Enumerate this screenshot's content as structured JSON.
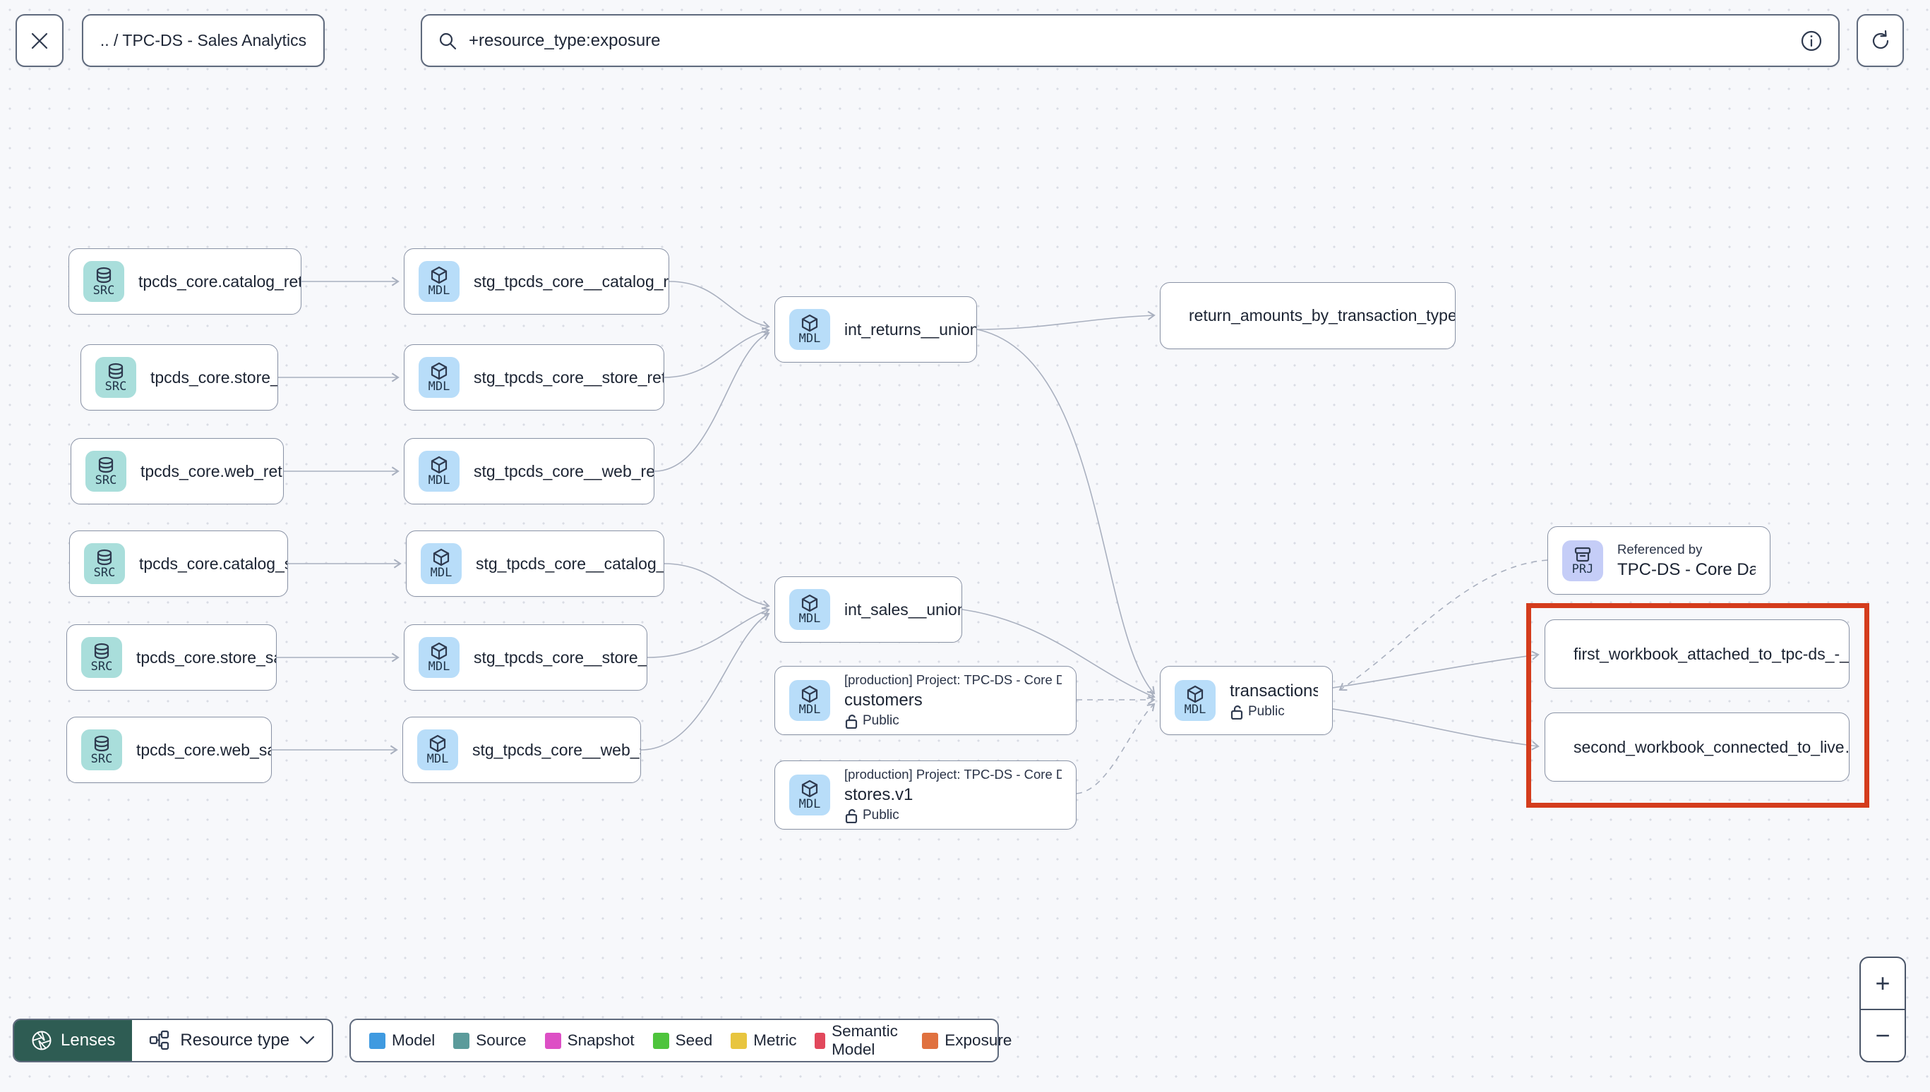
{
  "header": {
    "breadcrumb": ".. / TPC-DS - Sales Analytics",
    "search_value": "+resource_type:exposure"
  },
  "colors": {
    "highlight_border": "#d43c1c",
    "model_badge_bg": "#b8ddf9",
    "source_badge_bg": "#a9dedb",
    "project_badge_bg": "#c5cdf7",
    "lenses_bg": "#2e5c53"
  },
  "graph": {
    "nodes": [
      {
        "badge": "SRC",
        "label": "tpcds_core.catalog_returns"
      },
      {
        "badge": "SRC",
        "label": "tpcds_core.store_returns"
      },
      {
        "badge": "SRC",
        "label": "tpcds_core.web_returns"
      },
      {
        "badge": "SRC",
        "label": "tpcds_core.catalog_sales"
      },
      {
        "badge": "SRC",
        "label": "tpcds_core.store_sales"
      },
      {
        "badge": "SRC",
        "label": "tpcds_core.web_sales"
      },
      {
        "badge": "MDL",
        "label": "stg_tpcds_core__catalog_returns"
      },
      {
        "badge": "MDL",
        "label": "stg_tpcds_core__store_returns"
      },
      {
        "badge": "MDL",
        "label": "stg_tpcds_core__web_returns"
      },
      {
        "badge": "MDL",
        "label": "stg_tpcds_core__catalog_sales"
      },
      {
        "badge": "MDL",
        "label": "stg_tpcds_core__store_sales"
      },
      {
        "badge": "MDL",
        "label": "stg_tpcds_core__web_sales"
      },
      {
        "badge": "MDL",
        "label": "int_returns__unioned"
      },
      {
        "badge": "MDL",
        "label": "int_sales__unioned"
      },
      {
        "badge": "MDL",
        "header": "[production] Project: TPC-DS - Core Data Mo…",
        "label": "customers",
        "visibility": "Public"
      },
      {
        "badge": "MDL",
        "header": "[production] Project: TPC-DS - Core Data Mo…",
        "label": "stores.v1",
        "visibility": "Public"
      },
      {
        "type": "exposure",
        "label": "return_amounts_by_transaction_type"
      },
      {
        "badge": "MDL",
        "label": "transactions",
        "visibility": "Public"
      },
      {
        "badge": "PRJ",
        "title": "Referenced by",
        "label": "TPC-DS - Core Data Models"
      },
      {
        "type": "exposure",
        "label": "first_workbook_attached_to_tpc-ds_-_…"
      },
      {
        "type": "exposure",
        "label": "second_workbook_connected_to_live…"
      }
    ]
  },
  "footer": {
    "lenses_label": "Lenses",
    "resource_type_label": "Resource type",
    "legend": [
      {
        "label": "Model",
        "color": "#3f9ae0"
      },
      {
        "label": "Source",
        "color": "#5b9b9b"
      },
      {
        "label": "Snapshot",
        "color": "#dd4fc5"
      },
      {
        "label": "Seed",
        "color": "#4ec43c"
      },
      {
        "label": "Metric",
        "color": "#e8c53f"
      },
      {
        "label": "Semantic Model",
        "color": "#e2485c"
      },
      {
        "label": "Exposure",
        "color": "#e0713f"
      }
    ]
  },
  "zoom_controls": {
    "zoom_in": "+",
    "zoom_out": "−"
  }
}
